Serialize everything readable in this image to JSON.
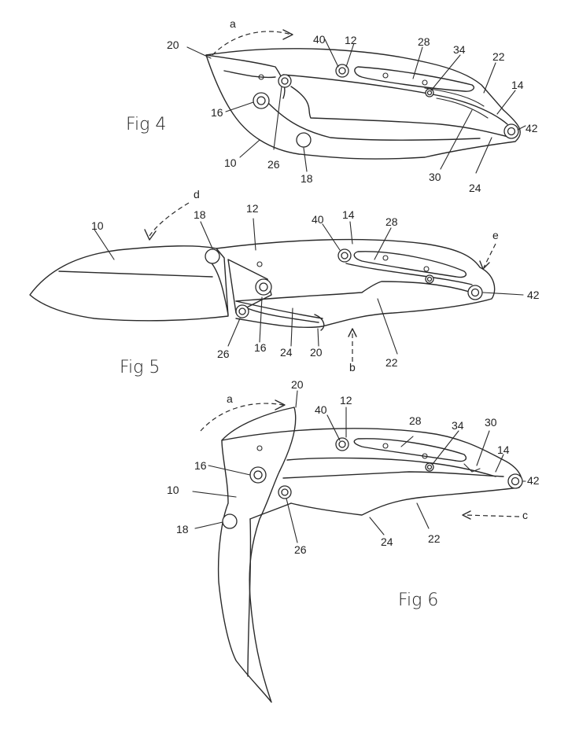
{
  "figures": {
    "fig4": {
      "title": "Fig 4",
      "labels": {
        "a": "a",
        "n20": "20",
        "n12": "12",
        "n40": "40",
        "n28": "28",
        "n34": "34",
        "n22": "22",
        "n14": "14",
        "n16": "16",
        "n42": "42",
        "n10": "10",
        "n26": "26",
        "n18": "18",
        "n30": "30",
        "n24": "24"
      }
    },
    "fig5": {
      "title": "Fig 5",
      "labels": {
        "d": "d",
        "n10": "10",
        "n18": "18",
        "n12": "12",
        "n40": "40",
        "n14": "14",
        "n28": "28",
        "e": "e",
        "n42": "42",
        "n26": "26",
        "n16": "16",
        "n24": "24",
        "n20": "20",
        "b": "b",
        "n22": "22"
      }
    },
    "fig6": {
      "title": "Fig 6",
      "labels": {
        "a": "a",
        "n20": "20",
        "n40": "40",
        "n12": "12",
        "n28": "28",
        "n34": "34",
        "n30": "30",
        "n14": "14",
        "n16": "16",
        "n42": "42",
        "n10": "10",
        "c": "c",
        "n18": "18",
        "n26": "26",
        "n24": "24",
        "n22": "22"
      }
    }
  }
}
